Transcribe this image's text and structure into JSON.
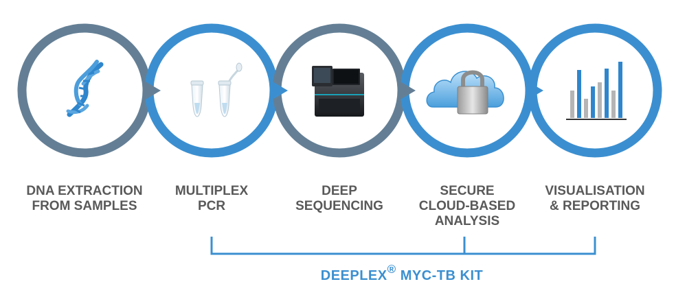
{
  "steps": [
    {
      "id": "dna",
      "line1": "DNA EXTRACTION",
      "line2": "FROM SAMPLES",
      "icon": "dna-helix-icon"
    },
    {
      "id": "pcr",
      "line1": "MULTIPLEX",
      "line2": "PCR",
      "icon": "pcr-tubes-icon"
    },
    {
      "id": "seq",
      "line1": "DEEP",
      "line2": "SEQUENCING",
      "icon": "sequencer-icon"
    },
    {
      "id": "cloud",
      "line1": "SECURE",
      "line2": "CLOUD-BASED",
      "line3": "ANALYSIS",
      "icon": "cloud-lock-icon"
    },
    {
      "id": "report",
      "line1": "VISUALISATION",
      "line2": "& REPORTING",
      "icon": "bar-chart-icon"
    }
  ],
  "kit": {
    "name": "DEEPLEX",
    "registered": "®",
    "suffix": " MYC-TB KIT"
  },
  "colors": {
    "ring_gray": "#647f95",
    "ring_blue": "#3b8fd0",
    "label_gray": "#595959",
    "kit_blue": "#3b8fd0"
  }
}
